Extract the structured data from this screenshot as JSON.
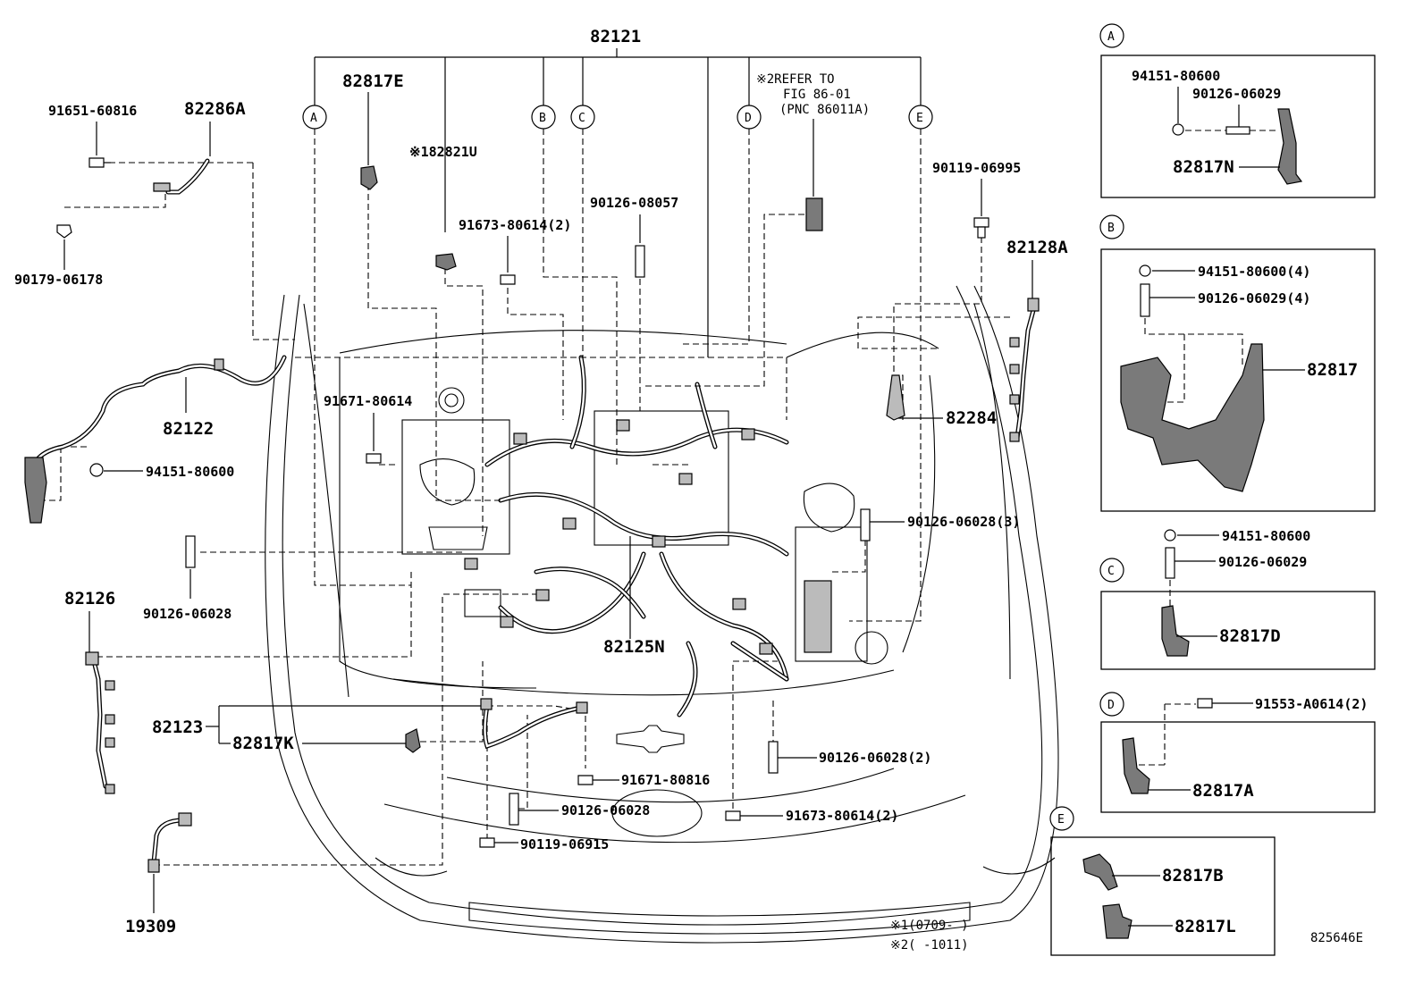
{
  "diagram_id": "825646E",
  "callouts": {
    "c82121": "82121",
    "c82817E": "82817E",
    "c82821U": "※182821U",
    "c82286A": "82286A",
    "c91651": "91651-60816",
    "c90179": "90179-06178",
    "c91673a": "91673-80614(2)",
    "c90126_08057": "90126-08057",
    "c90119_06995": "90119-06995",
    "c82128A": "82128A",
    "c82122": "82122",
    "c91671_80614": "91671-80614",
    "c82284": "82284",
    "c94151_80600": "94151-80600",
    "c90126_06028_3": "90126-06028(3)",
    "c90126_06028_l": "90126-06028",
    "c82126": "82126",
    "c82125N": "82125N",
    "c82123": "82123",
    "c82817K": "82817K",
    "c90126_06028_2": "90126-06028(2)",
    "c91671_80816": "91671-80816",
    "c90126_06028_b": "90126-06028",
    "c91673b": "91673-80614(2)",
    "c90119_06915": "90119-06915",
    "c19309": "19309"
  },
  "refer_note": {
    "line1": "※2REFER TO",
    "line2": "FIG 86-01",
    "line3": "(PNC 86011A)"
  },
  "circle_labels": [
    "A",
    "B",
    "C",
    "D",
    "E"
  ],
  "detail_A": {
    "label": "A",
    "p1": "94151-80600",
    "p2": "90126-06029",
    "p3": "82817N"
  },
  "detail_B": {
    "label": "B",
    "p1": "94151-80600(4)",
    "p2": "90126-06029(4)",
    "p3": "82817"
  },
  "detail_C": {
    "label": "C",
    "p1": "94151-80600",
    "p2": "90126-06029",
    "p3": "82817D"
  },
  "detail_D": {
    "label": "D",
    "p1": "91553-A0614(2)",
    "p3": "82817A"
  },
  "detail_E": {
    "label": "E",
    "p1": "82817B",
    "p2": "82817L"
  },
  "footnotes": {
    "n1": "※1(0709-     )",
    "n2": "※2(     -1011)"
  }
}
